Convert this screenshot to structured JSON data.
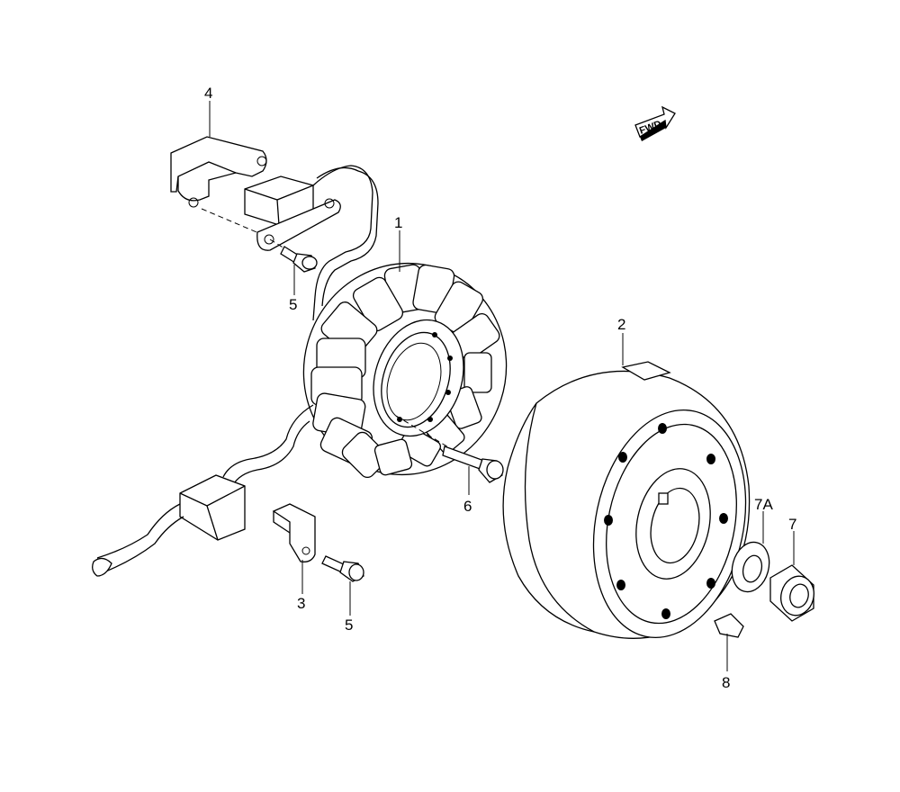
{
  "direction_marker": {
    "text": "FWD"
  },
  "callouts": {
    "stator": "1",
    "flywheel_rotor": "2",
    "bracket": "3",
    "wire_clamp": "4",
    "screw_top": "5",
    "screw_bottom": "5",
    "stator_bolt": "6",
    "nut": "7",
    "washer": "7A",
    "key": "8"
  }
}
